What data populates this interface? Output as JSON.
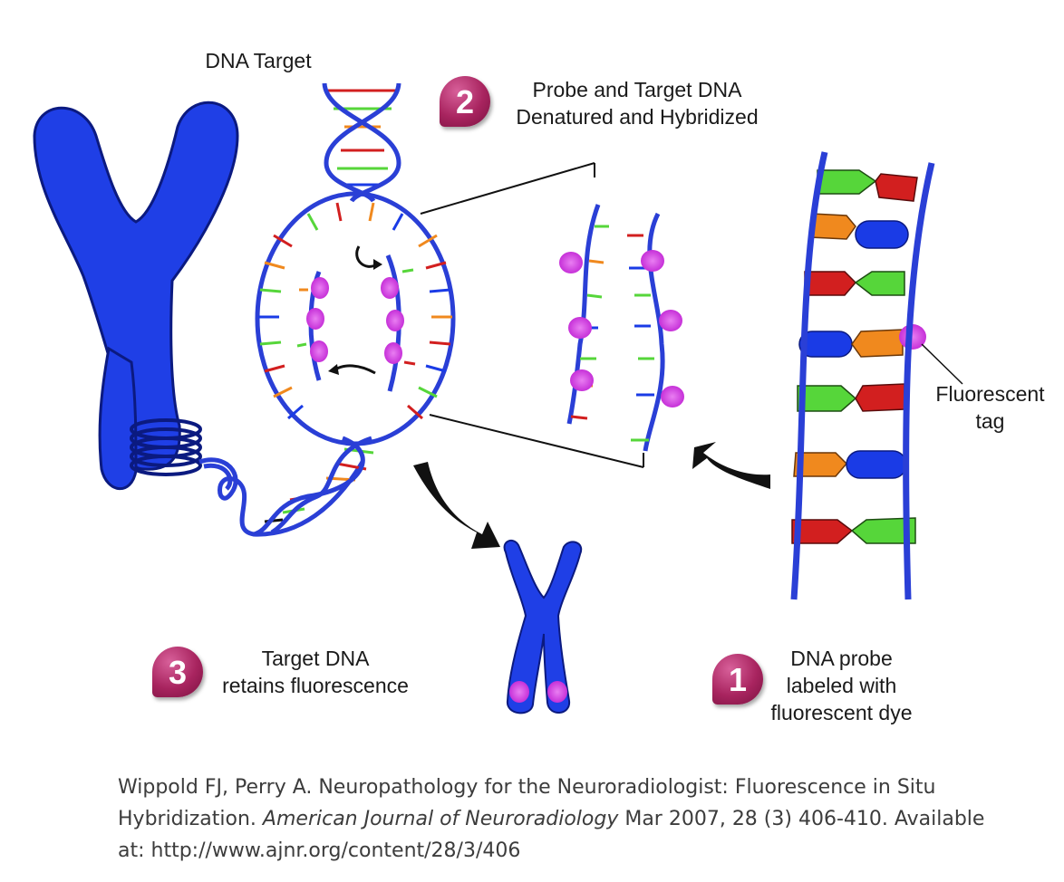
{
  "labels": {
    "dna_target": "DNA Target",
    "step2_line1": "Probe and Target DNA",
    "step2_line2": "Denatured and Hybridized",
    "fluorescent_line1": "Fluorescent",
    "fluorescent_line2": "tag",
    "step3_line1": "Target DNA",
    "step3_line2": "retains fluorescence",
    "step1_line1": "DNA probe",
    "step1_line2": "labeled with",
    "step1_line3": "fluorescent dye"
  },
  "badges": {
    "step1": "1",
    "step2": "2",
    "step3": "3"
  },
  "caption": {
    "part1": "Wippold FJ, Perry A. Neuropathology for the Neuroradiologist: Fluorescence in Situ Hybridization. ",
    "journal": "American Journal of Neuroradiology",
    "part2": " Mar 2007, 28 (3) 406-410. Available at: http://www.ajnr.org/content/28/3/406"
  },
  "colors": {
    "chromosome": "#1f3fe6",
    "strand": "#2a3fd6",
    "fluor": "#d43ee0",
    "base_red": "#d21f1f",
    "base_green": "#56d63a",
    "base_orange": "#f0891e",
    "base_blue": "#1a3be6",
    "badge": "#b0306c"
  }
}
